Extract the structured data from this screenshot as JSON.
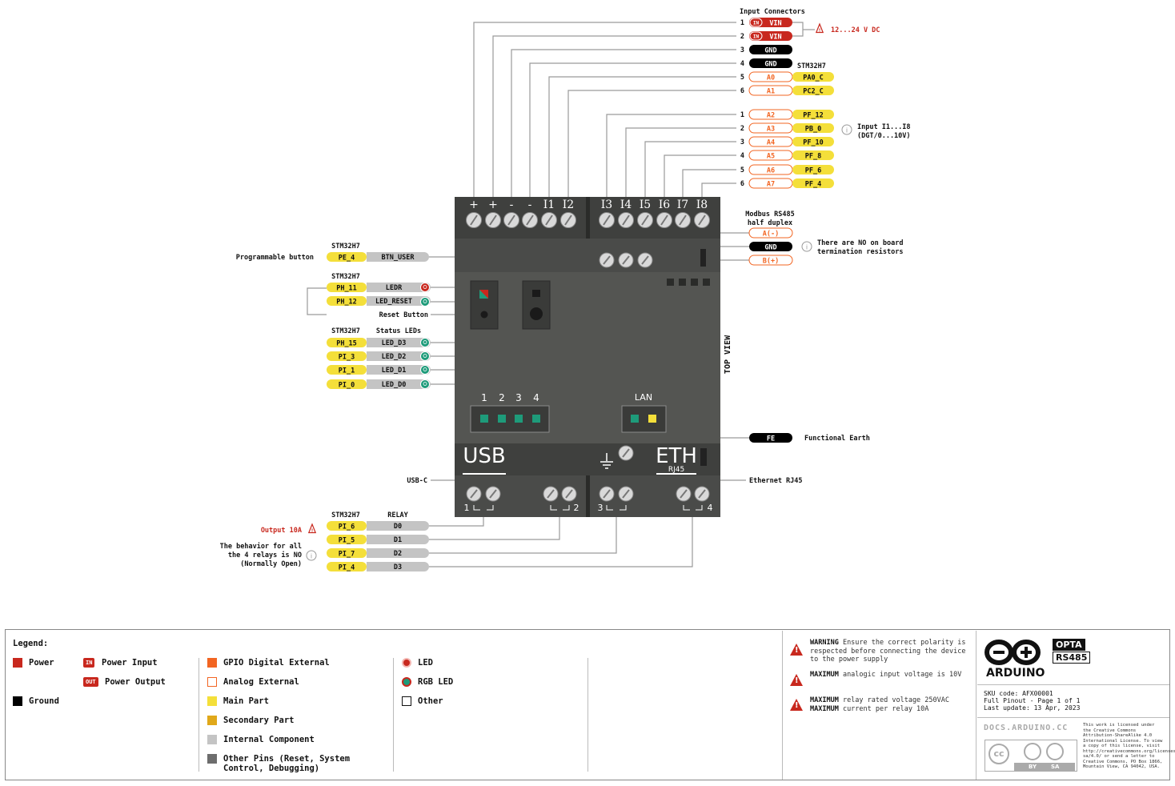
{
  "colors": {
    "power": "#c8281e",
    "ground": "#000000",
    "gpio": "#f26522",
    "analog": "#f26522",
    "main": "#f4df3a",
    "secondary": "#e0a81a",
    "internal": "#c4c4c4",
    "other_pins": "#6d6d6d",
    "device": "#545552",
    "device_dark": "#3f403e",
    "led_green": "#1e9b7a",
    "led_red": "#c8281e"
  },
  "input_connectors": {
    "title": "Input Connectors",
    "mcu": "STM32H7",
    "voltage_warning": "12...24 V DC",
    "in_badge": "IN",
    "rows": [
      {
        "n": "1",
        "label": "VIN",
        "kind": "power"
      },
      {
        "n": "2",
        "label": "VIN",
        "kind": "power"
      },
      {
        "n": "3",
        "label": "GND",
        "kind": "ground"
      },
      {
        "n": "4",
        "label": "GND",
        "kind": "ground"
      },
      {
        "n": "5",
        "label": "A0",
        "mcu": "PA0_C",
        "kind": "analog"
      },
      {
        "n": "6",
        "label": "A1",
        "mcu": "PC2_C",
        "kind": "analog"
      }
    ]
  },
  "input_group2": {
    "note": [
      "Input I1...I8",
      "(DGT/0...10V)"
    ],
    "rows": [
      {
        "n": "1",
        "label": "A2",
        "mcu": "PF_12"
      },
      {
        "n": "2",
        "label": "A3",
        "mcu": "PB_0"
      },
      {
        "n": "3",
        "label": "A4",
        "mcu": "PF_10"
      },
      {
        "n": "4",
        "label": "A5",
        "mcu": "PF_8"
      },
      {
        "n": "5",
        "label": "A6",
        "mcu": "PF_6"
      },
      {
        "n": "6",
        "label": "A7",
        "mcu": "PF_4"
      }
    ]
  },
  "modbus": {
    "title": [
      "Modbus RS485",
      "half duplex"
    ],
    "rows": [
      "A(-)",
      "GND",
      "B(+)"
    ],
    "note": [
      "There are NO on board",
      "termination resistors"
    ]
  },
  "device": {
    "terminals_left": [
      "+",
      "+",
      "-",
      "-",
      "I1",
      "I2"
    ],
    "terminals_right": [
      "I3",
      "I4",
      "I5",
      "I6",
      "I7",
      "I8"
    ],
    "status_numbers": [
      "1",
      "2",
      "3",
      "4"
    ],
    "lan": "LAN",
    "usb": "USB",
    "eth": "ETH",
    "rj45": "RJ45",
    "top_view": "TOP VIEW",
    "relay_numbers": [
      "1",
      "2",
      "3",
      "4"
    ]
  },
  "left_labels": {
    "mcu": "STM32H7",
    "programmable_button": "Programmable button",
    "btn_mcu": "PE_4",
    "btn_user": "BTN_USER",
    "ledr_mcu": "PH_11",
    "ledr": "LEDR",
    "led_reset_mcu": "PH_12",
    "led_reset": "LED_RESET",
    "reset_button": "Reset Button",
    "status_leds": "Status LEDs",
    "status": [
      {
        "mcu": "PH_15",
        "led": "LED_D3"
      },
      {
        "mcu": "PI_3",
        "led": "LED_D2"
      },
      {
        "mcu": "PI_1",
        "led": "LED_D1"
      },
      {
        "mcu": "PI_0",
        "led": "LED_D0"
      }
    ],
    "usb_c": "USB-C",
    "relay_title": "RELAY",
    "output_warning": "Output 10A",
    "relay_note": [
      "The behavior for all",
      "the 4 relays is NO",
      "(Normally Open)"
    ],
    "relays": [
      {
        "mcu": "PI_6",
        "relay": "D0"
      },
      {
        "mcu": "PI_5",
        "relay": "D1"
      },
      {
        "mcu": "PI_7",
        "relay": "D2"
      },
      {
        "mcu": "PI_4",
        "relay": "D3"
      }
    ]
  },
  "right_labels": {
    "fe": "FE",
    "functional_earth": "Functional Earth",
    "ethernet": "Ethernet RJ45"
  },
  "legend": {
    "title": "Legend:",
    "power": "Power",
    "power_input": "Power Input",
    "power_output": "Power Output",
    "in_badge": "IN",
    "out_badge": "OUT",
    "ground": "Ground",
    "gpio": "GPIO Digital External",
    "analog": "Analog External",
    "main": "Main Part",
    "secondary": "Secondary Part",
    "internal": "Internal Component",
    "other_pins": "Other Pins (Reset, System Control, Debugging)",
    "led": "LED",
    "rgb_led": "RGB LED",
    "other": "Other"
  },
  "notes": [
    {
      "strong": "WARNING",
      "text": " Ensure the correct polarity is respected before connecting the device to the power supply"
    },
    {
      "strong": "MAXIMUM",
      "text": " analogic input voltage is 10V"
    },
    {
      "strong": "MAXIMUM",
      "text": " relay rated voltage 250VAC",
      "strong2": "MAXIMUM",
      "text2": " current per relay 10A"
    }
  ],
  "brand": {
    "name": "ARDUINO",
    "product": "OPTA",
    "variant": "RS485",
    "sku": "SKU code: AFX00001",
    "page": "Full Pinout - Page 1 of 1",
    "updated": "Last update: 13 Apr, 2023",
    "docs": "DOCS.ARDUINO.CC",
    "license": "This work is licensed under the Creative Commons Attribution-ShareAlike 4.0 International License. To view a copy of this license, visit http://creativecommons.org/licenses/by-sa/4.0/ or send a letter to Creative Commons, PO Box 1866, Mountain View, CA 94042, USA.",
    "cc": "cc",
    "by": "BY",
    "sa": "SA"
  }
}
